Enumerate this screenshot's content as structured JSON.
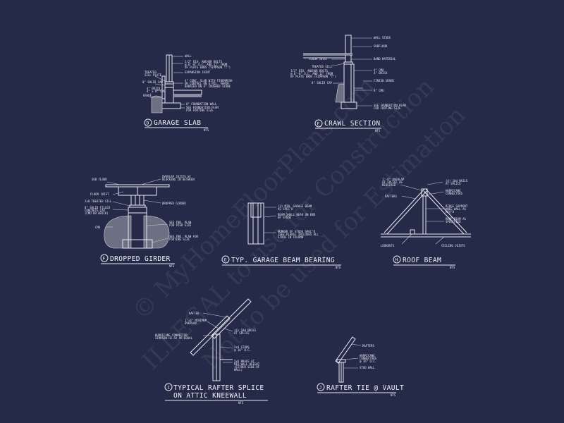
{
  "watermark": {
    "line1": "© MyHomeFloorPlans.com",
    "line2": "ILLEGAL to use for Construction",
    "line3": "Not to be used for Estimation"
  },
  "details": {
    "D": {
      "mark": "D",
      "title": "GARAGE SLAB",
      "scale": "NTS",
      "notes": [
        "WALL",
        "1/2\" DIA. ANCHOR BOLTS",
        "@ 6'-0\" O.C. AND 12\" FROM",
        "OF PLATE ENDS (SIMPSON \"T\")",
        "TREATED",
        "SILL PLATE",
        "EXPANSION JOINT",
        "8\" SOLID CAP",
        "4\" BRICK",
        "4\" CONC. SLAB WITH FIBERMESH",
        "OR CONTROL ON 6 MIL. VAPOR",
        "BARRIER ON 4\" CRUSHED STONE",
        "4\" x 8\" CMU",
        "GRADE",
        "8\" FOUNDATION WALL",
        "SEE FOUNDATION PLAN",
        "FOR FOOTING SIZE"
      ]
    },
    "E": {
      "mark": "E",
      "title": "CRAWL SECTION",
      "scale": "NTS",
      "notes": [
        "WALL STUDS",
        "SUBFLOOR",
        "FLOOR JOIST",
        "BAND MATERIAL",
        "TREATED SILL",
        "1/2\" DIA. ANCHOR BOLTS",
        "@ 6'-0\" O.C. AND 12\" FROM",
        "OF PLATE ENDS (SIMPSON \"T\")",
        "4\" CMU",
        "4\" BRICK",
        "FINISH GRADE",
        "8\" SOLID CAP",
        "8\" CMU",
        "SEE FOUNDATION PLAN",
        "FOR FOOTING SIZE"
      ]
    },
    "F": {
      "mark": "F",
      "title": "DROPPED GIRDER",
      "scale": "NTS",
      "notes": [
        "SUB FLOOR",
        "OVERLAP JOISTS W/",
        "BLOCKING IN BETWEEN",
        "FLOOR JOIST",
        "2x8 TREATED SILL",
        "DROPPED GIRDER",
        "8\" SOLID FILLED",
        "CONCRETE CAP",
        "(CMU OR BRICK)",
        "CMU",
        "SEE FND. PLAN",
        "FOR PIER SIZE",
        "SEE FND. PLAN FOR",
        "FOOTING SIZE"
      ]
    },
    "G": {
      "mark": "G",
      "title": "TYP. GARAGE BEAM BEARING",
      "scale": "NTS",
      "notes": [
        "(3) MIN. GARAGE BEAM",
        "AS SPEC'D",
        "BEAM SHALL BEAR ON END",
        "OF STUDS",
        "NUMBER OF STUDS SPEC'D",
        "(SEE PLANS) INCLUDES ALL",
        "STUDS IN COLUMN"
      ]
    },
    "H": {
      "mark": "H",
      "title": "ROOF BEAM",
      "scale": "NTS",
      "notes": [
        "1'-6\" OVERLAP",
        "AT SPLICE AS",
        "REQUIRED",
        "(4) 10d NAILS",
        "AT SPLICE",
        "RAFTERS",
        "HURRICANE",
        "CONNECTORS",
        "RIDGE SUPPORT",
        "KNEE WALL AS",
        "REQ'D",
        "ROOF BEAM AS",
        "SPECIFIED",
        "LOOKOUTS",
        "CEILING JOISTS"
      ]
    },
    "I": {
      "mark": "I",
      "title_line1": "TYPICAL RAFTER SPLICE",
      "title_line2": "ON ATTIC KNEEWALL",
      "scale": "NTS",
      "notes": [
        "RAFTER",
        "1'-6\" MINIMUM",
        "OVERLAP",
        "HURRICANE CONNECTOR",
        "SIMPSON H2.5A OR EQUAL",
        "(4) 10d NAILS",
        "AT SPLICE",
        "2x4 STUDS",
        "@ 16\" O.C.",
        "2x6 BRACE AT",
        "MID WALL HEIGHT",
        "(EITHER SIDE OF",
        "WALL)"
      ]
    },
    "J": {
      "mark": "J",
      "title": "RAFTER TIE @ VAULT",
      "scale": "NTS",
      "notes": [
        "RAFTERS",
        "HURRICANE",
        "CONNECTORS",
        "@ 16\" O.C.",
        "STUD WALL"
      ]
    }
  }
}
